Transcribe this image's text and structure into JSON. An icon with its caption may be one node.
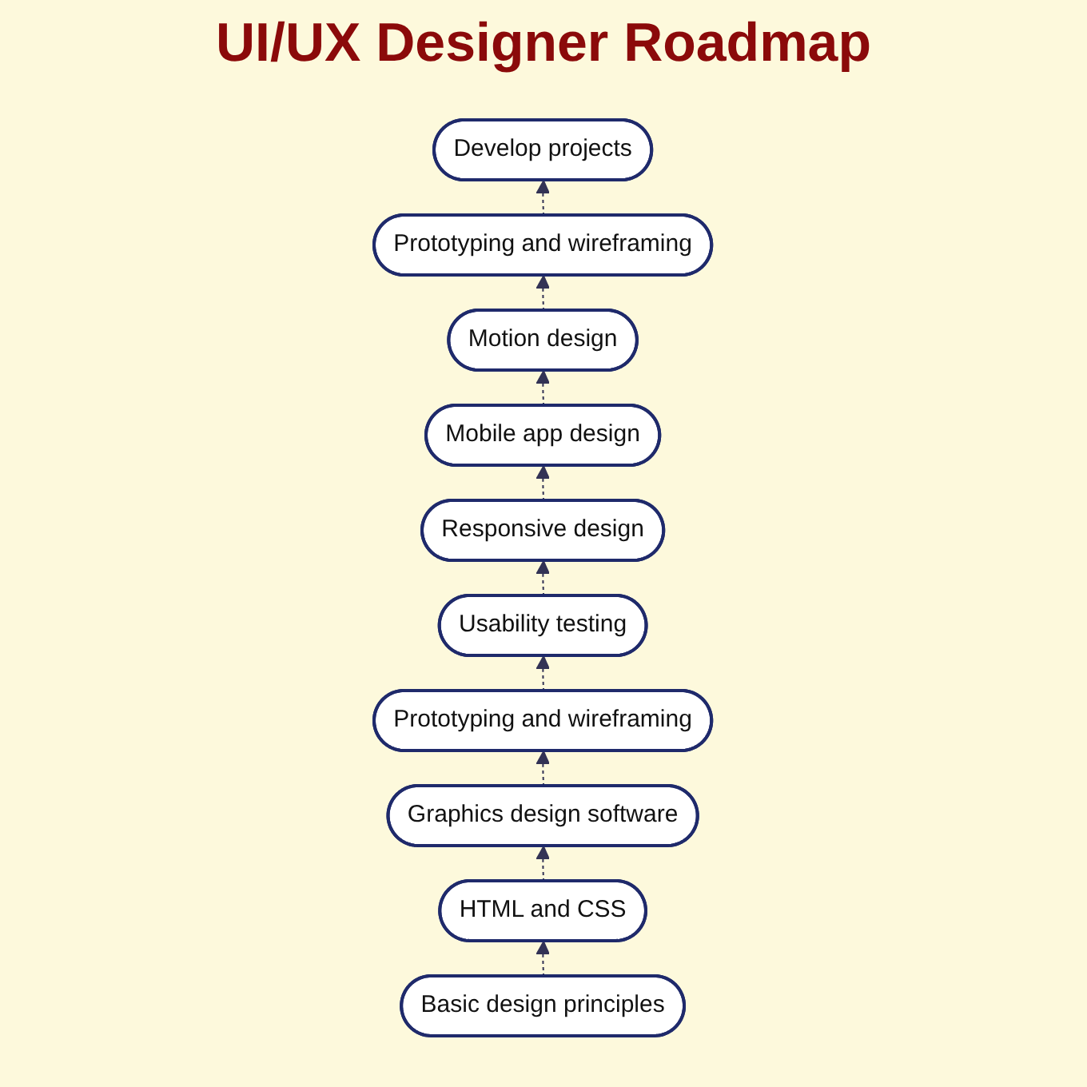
{
  "diagram": {
    "title": "UI/UX Designer Roadmap",
    "nodes": [
      {
        "text": [
          "Develop projects"
        ]
      },
      {
        "text": [
          "Prototyping and wireframing"
        ]
      },
      {
        "text": [
          "Motion design"
        ]
      },
      {
        "text": [
          "Mobile app design"
        ]
      },
      {
        "text": [
          "Prototyping and wireframing"
        ]
      },
      {
        "text": [
          "Usability testing"
        ]
      },
      {
        "text": [
          "Responsive design"
        ]
      },
      {
        "text": [
          "Graphics design software"
        ]
      },
      {
        "text": [
          "HTML and CSS"
        ]
      },
      {
        "text": [
          "Basic design principles"
        ]
      }
    ],
    "edges": [
      {
        "from": 9,
        "to": 8,
        "arrow": "to",
        "style": "dashed"
      },
      {
        "from": 8,
        "to": 7,
        "arrow": "to",
        "style": "dashed"
      },
      {
        "from": 7,
        "to": 4,
        "arrow": "to",
        "style": "dashed"
      },
      {
        "from": 4,
        "to": 5,
        "arrow": "to",
        "style": "dashed"
      },
      {
        "from": 5,
        "to": 6,
        "arrow": "to",
        "style": "dashed"
      },
      {
        "from": 6,
        "to": 3,
        "arrow": "to",
        "style": "dashed"
      },
      {
        "from": 3,
        "to": 2,
        "arrow": "to",
        "style": "dashed"
      },
      {
        "from": 2,
        "to": 1,
        "arrow": "to",
        "style": "dashed"
      },
      {
        "from": 1,
        "to": 0,
        "arrow": "to",
        "style": "dashed"
      }
    ]
  }
}
